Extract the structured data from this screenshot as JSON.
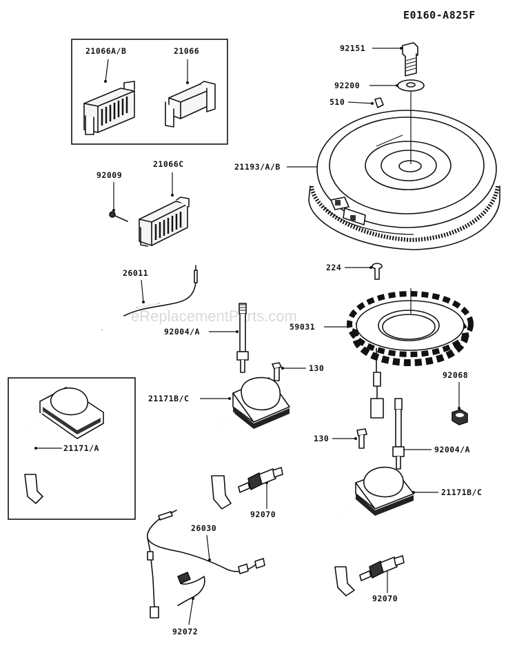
{
  "diagram_code": "E0160-A825F",
  "watermark": "eReplacementParts.com",
  "labels": {
    "rect_a": "21066A/B",
    "rect_b": "21066",
    "bolt_92009": "92009",
    "rect_c": "21066C",
    "lead_26011": "26011",
    "bolt_92151": "92151",
    "washer_92200": "92200",
    "key_510": "510",
    "flywheel": "21193/A/B",
    "screw_224": "224",
    "stator": "59031",
    "bolt_92004_left": "92004/A",
    "screw_130_left": "130",
    "coil_left": "21171B/C",
    "nut_92068": "92068",
    "coil_boxed": "21171/A",
    "screw_130_right": "130",
    "bolt_92004_right": "92004/A",
    "coil_right": "21171B/C",
    "plug_left": "92070",
    "harness": "26030",
    "plug_right": "92070",
    "clip": "92072"
  }
}
